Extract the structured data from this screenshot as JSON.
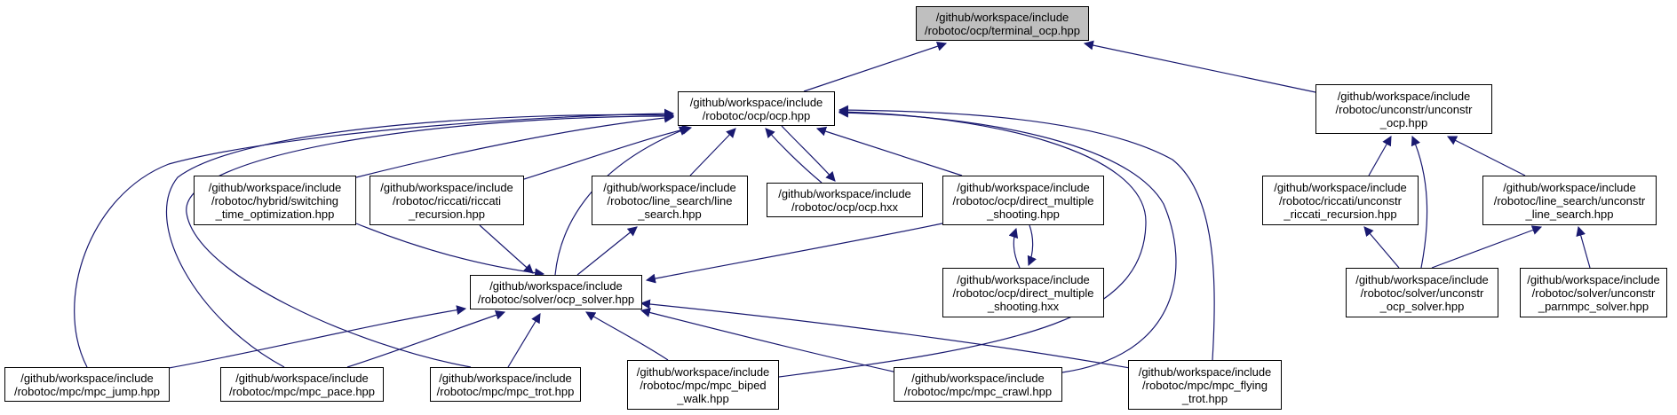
{
  "colors": {
    "edge": "#191970",
    "node_border": "#000000",
    "root_fill": "#bfbfbf",
    "node_fill": "#ffffff"
  },
  "nodes": {
    "terminal_ocp": "/github/workspace/include\n/robotoc/ocp/terminal_ocp.hpp",
    "ocp": "/github/workspace/include\n/robotoc/ocp/ocp.hpp",
    "unconstr_ocp": "/github/workspace/include\n/robotoc/unconstr/unconstr\n_ocp.hpp",
    "switching_time": "/github/workspace/include\n/robotoc/hybrid/switching\n_time_optimization.hpp",
    "riccati_recursion": "/github/workspace/include\n/robotoc/riccati/riccati\n_recursion.hpp",
    "line_search": "/github/workspace/include\n/robotoc/line_search/line\n_search.hpp",
    "ocp_hxx": "/github/workspace/include\n/robotoc/ocp/ocp.hxx",
    "dms_hpp": "/github/workspace/include\n/robotoc/ocp/direct_multiple\n_shooting.hpp",
    "unconstr_riccati": "/github/workspace/include\n/robotoc/riccati/unconstr\n_riccati_recursion.hpp",
    "unconstr_line_search": "/github/workspace/include\n/robotoc/line_search/unconstr\n_line_search.hpp",
    "ocp_solver": "/github/workspace/include\n/robotoc/solver/ocp_solver.hpp",
    "dms_hxx": "/github/workspace/include\n/robotoc/ocp/direct_multiple\n_shooting.hxx",
    "unconstr_ocp_solver": "/github/workspace/include\n/robotoc/solver/unconstr\n_ocp_solver.hpp",
    "unconstr_parnmpc": "/github/workspace/include\n/robotoc/solver/unconstr\n_parnmpc_solver.hpp",
    "mpc_jump": "/github/workspace/include\n/robotoc/mpc/mpc_jump.hpp",
    "mpc_pace": "/github/workspace/include\n/robotoc/mpc/mpc_pace.hpp",
    "mpc_trot": "/github/workspace/include\n/robotoc/mpc/mpc_trot.hpp",
    "mpc_biped_walk": "/github/workspace/include\n/robotoc/mpc/mpc_biped\n_walk.hpp",
    "mpc_crawl": "/github/workspace/include\n/robotoc/mpc/mpc_crawl.hpp",
    "mpc_flying_trot": "/github/workspace/include\n/robotoc/mpc/mpc_flying\n_trot.hpp"
  }
}
